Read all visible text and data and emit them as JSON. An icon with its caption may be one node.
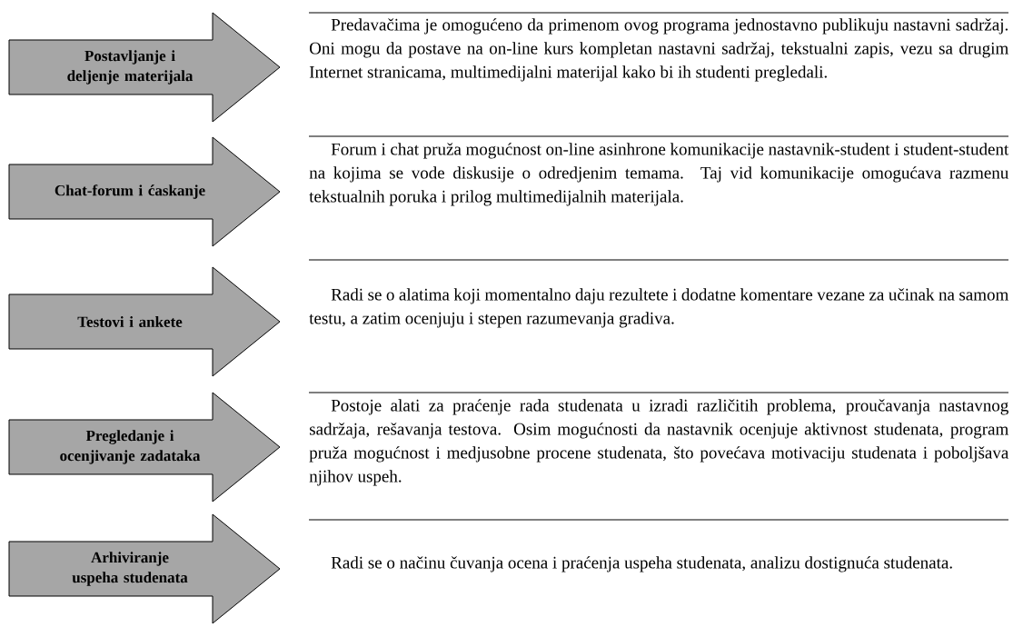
{
  "diagram": {
    "nodes": [
      {
        "text": [
          "Postavljanje i deljenje materijala"
        ],
        "beside": [
          "Predavačima je omogućeno da primenom ovog programa jednostavno publikuju nastavni sadržaj. Oni mogu da postave na on-line kurs kompletan nastavni sadržaj, tekstualni zapis, vezu sa drugim Internet stranicama, multimedijalni materijal kako bi ih studenti pregledali."
        ]
      },
      {
        "text": [
          "Chat-forum i ćaskanje"
        ],
        "beside": [
          "Forum i chat pruža mogućnost on-line asinhrone komunikacije nastavnik-student i student-student na kojima se vode diskusije o odredjenim temama. Taj vid komunikacije omogućava razmenu tekstualnih poruka i prilog multimedijalnih materijala."
        ]
      },
      {
        "text": [
          "Testovi i ankete"
        ],
        "beside": [
          "Radi se o alatima koji momentalno daju rezultete i dodatne komentare vezane za učinak na samom testu, a zatim ocenjuju i stepen razumevanja gradiva."
        ]
      },
      {
        "text": [
          "Pregledanje i ocenjivanje zadataka"
        ],
        "beside": [
          "Postoje alati za praćenje rada studenata u izradi različitih problema, proučavanja nastavnog sadržaja, rešavanja testova. Osim mogućnosti da nastavnik ocenjuje aktivnost studenata, program pruža mogućnost i medjusobne procene studenata, što povećava motivaciju studenata i poboljšava njihov uspeh."
        ]
      },
      {
        "text": [
          "Arhiviranje uspeha studenata"
        ],
        "beside": [
          "Radi se o načinu čuvanja ocena i praćenja uspeha studenata, analizu dostignuća studenata."
        ]
      }
    ]
  }
}
